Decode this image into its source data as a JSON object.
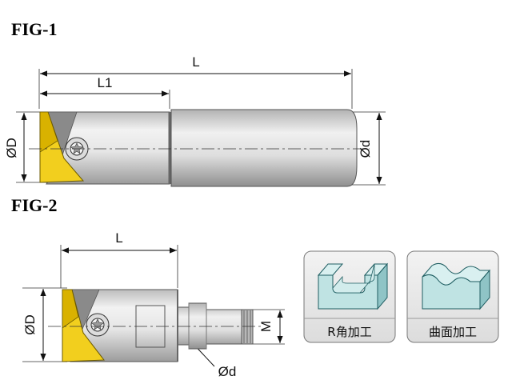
{
  "figure1": {
    "title": "FIG-1",
    "label_L": "L",
    "label_L1": "L1",
    "label_D": "ØD",
    "label_d": "Ød"
  },
  "figure2": {
    "title": "FIG-2",
    "label_L": "L",
    "label_D": "ØD",
    "label_d": "Ød",
    "label_M": "M"
  },
  "applications": [
    {
      "label": "R角加工"
    },
    {
      "label": "曲面加工"
    }
  ],
  "colors": {
    "insert": "#f2cf1e",
    "insert_dark": "#d9b200",
    "body_light": "#f4f4f4",
    "body_mid": "#cfcfcf",
    "body_dark": "#9a9a9a",
    "workpiece": "#bfe3e3",
    "workpiece_dark": "#8fc4c6",
    "panel_bg": "#e9e9e9"
  }
}
